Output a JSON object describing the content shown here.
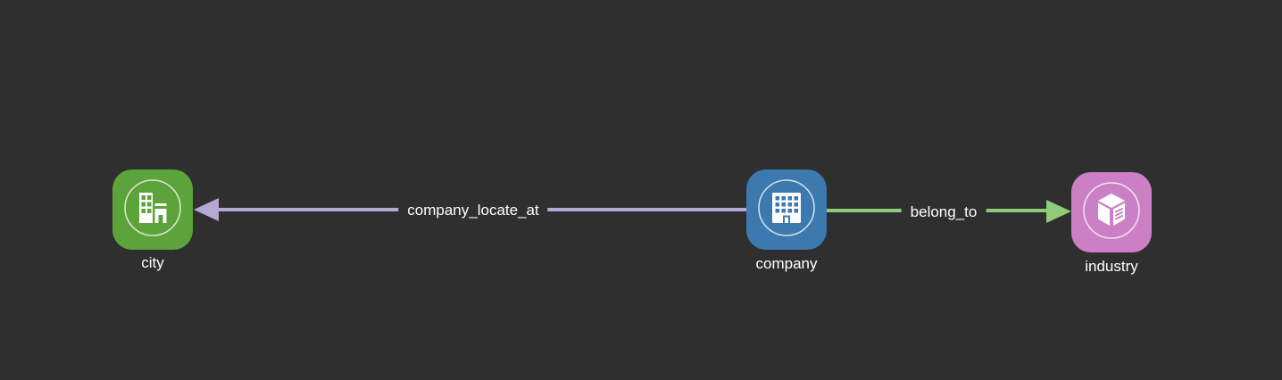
{
  "colors": {
    "bg": "#2f2f2f",
    "text": "#ffffff",
    "city": "#5ba33a",
    "company": "#3c79af",
    "industry": "#cb80c5",
    "edge-locate": "#b6a7d4",
    "edge-belong": "#90cb79"
  },
  "nodes": {
    "city": {
      "label": "city",
      "icon": "city-buildings-icon"
    },
    "company": {
      "label": "company",
      "icon": "office-building-icon"
    },
    "industry": {
      "label": "industry",
      "icon": "industry-box-icon"
    }
  },
  "edges": {
    "locate": {
      "label": "company_locate_at",
      "source": "company",
      "target": "city"
    },
    "belong": {
      "label": "belong_to",
      "source": "company",
      "target": "industry"
    }
  }
}
